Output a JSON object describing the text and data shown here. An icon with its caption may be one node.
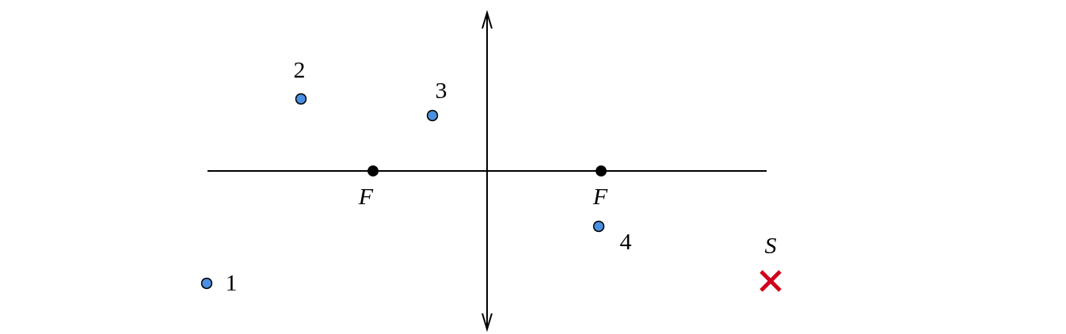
{
  "diagram": {
    "labels": [
      "2",
      "3",
      "F",
      "F",
      "4",
      "S",
      "1"
    ]
  }
}
